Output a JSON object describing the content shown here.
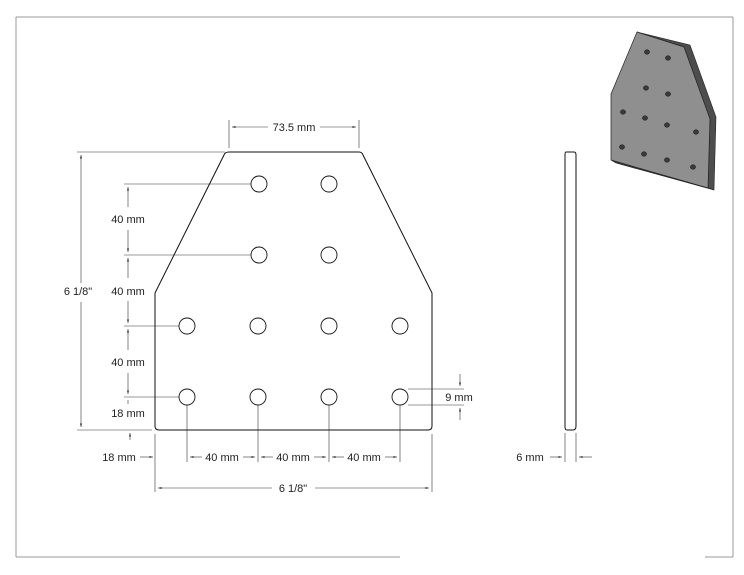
{
  "drawing": {
    "labels": {
      "top_width": "73.5 mm",
      "overall_height": "6 1/8\"",
      "overall_width": "6 1/8\"",
      "hole_spacing_v1": "40 mm",
      "hole_spacing_v2": "40 mm",
      "hole_spacing_v3": "40 mm",
      "edge_offset_v": "18 mm",
      "edge_offset_h": "18 mm",
      "hole_spacing_h1": "40 mm",
      "hole_spacing_h2": "40 mm",
      "hole_spacing_h3": "40 mm",
      "hole_diameter": "9 mm",
      "thickness": "6 mm"
    },
    "colors": {
      "line": "#333333",
      "frame": "#9a9a9a",
      "plate_iso_face": "#8f8f8f",
      "plate_iso_side": "#5a5a5a"
    }
  }
}
